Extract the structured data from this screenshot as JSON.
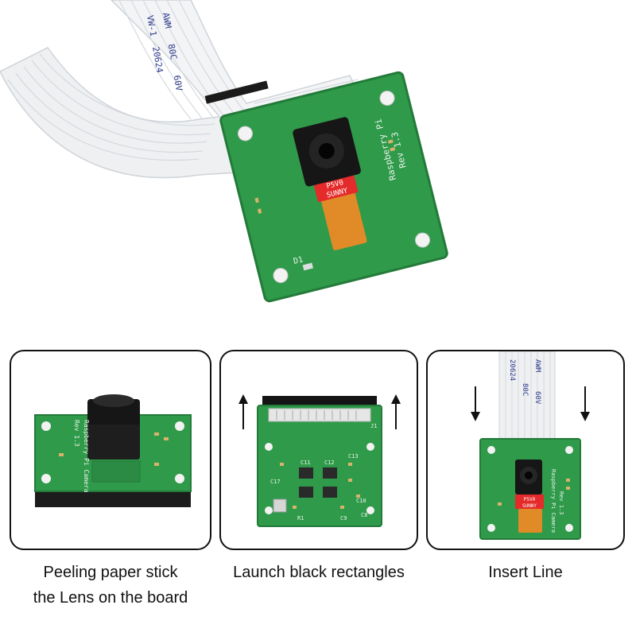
{
  "hero": {
    "cable_text": [
      "VW-1",
      "20624",
      "80C",
      "60V",
      "AWM"
    ],
    "sensor_label_top": "P5V0",
    "sensor_label_bottom": "SUNNY",
    "board_label_1": "Raspberry Pi",
    "board_label_2": "Rev 1.3",
    "component_label": "D1"
  },
  "panels": [
    {
      "board_label_1": "Raspberry Pi Camera",
      "board_label_2": "Rev 1.3",
      "caption_line_1": "Peeling paper stick",
      "caption_line_2": "the Lens on the board"
    },
    {
      "components": [
        "C11",
        "C12",
        "C13",
        "C17",
        "C8",
        "C9",
        "C10",
        "R1",
        "J1"
      ],
      "caption_line_1": "Launch black rectangles"
    },
    {
      "cable_text": [
        "20624",
        "80C",
        "60V",
        "AWM"
      ],
      "sensor_label_top": "P5V0",
      "sensor_label_bottom": "SUNNY",
      "board_label_1": "Raspberry Pi Camera",
      "board_label_2": "Rev 1.3",
      "caption_line_1": "Insert Line"
    }
  ],
  "colors": {
    "pcb_green": "#2f9a4a",
    "pcb_dark": "#237a39",
    "cable": "#eef0f2",
    "flex_orange": "#e08a28",
    "sensor_red": "#e42a2a",
    "lens_black": "#161616"
  }
}
